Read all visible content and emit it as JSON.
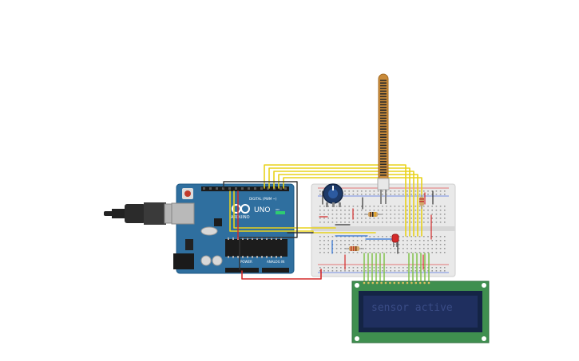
{
  "arduino": {
    "logo_text": "ARDUINO",
    "model": "UNO",
    "digital_label": "DIGITAL (PWM ~)",
    "power_label": "POWER",
    "analog_label": "ANALOG IN",
    "on_label": "ON"
  },
  "lcd": {
    "line1": "sensor active",
    "line2": ""
  },
  "colors": {
    "board": "#2f6f9f",
    "wire_yellow": "#e8d21c",
    "wire_red": "#d42a2a",
    "wire_black": "#333333",
    "wire_green": "#7bc043",
    "wire_blue": "#2a6fd4",
    "lcd_pcb": "#3f8f4f",
    "lcd_screen": "#1f2f5f",
    "lcd_text": "#3a4c86",
    "breadboard": "#e9e9e9",
    "flex_sensor": "#c98b3a"
  },
  "components": {
    "usb_cable": "usb-cable",
    "potentiometer": "potentiometer",
    "flex_sensor": "flex-sensor",
    "resistor": "resistor",
    "led": "red-led",
    "lcd": "lcd-16x2"
  }
}
